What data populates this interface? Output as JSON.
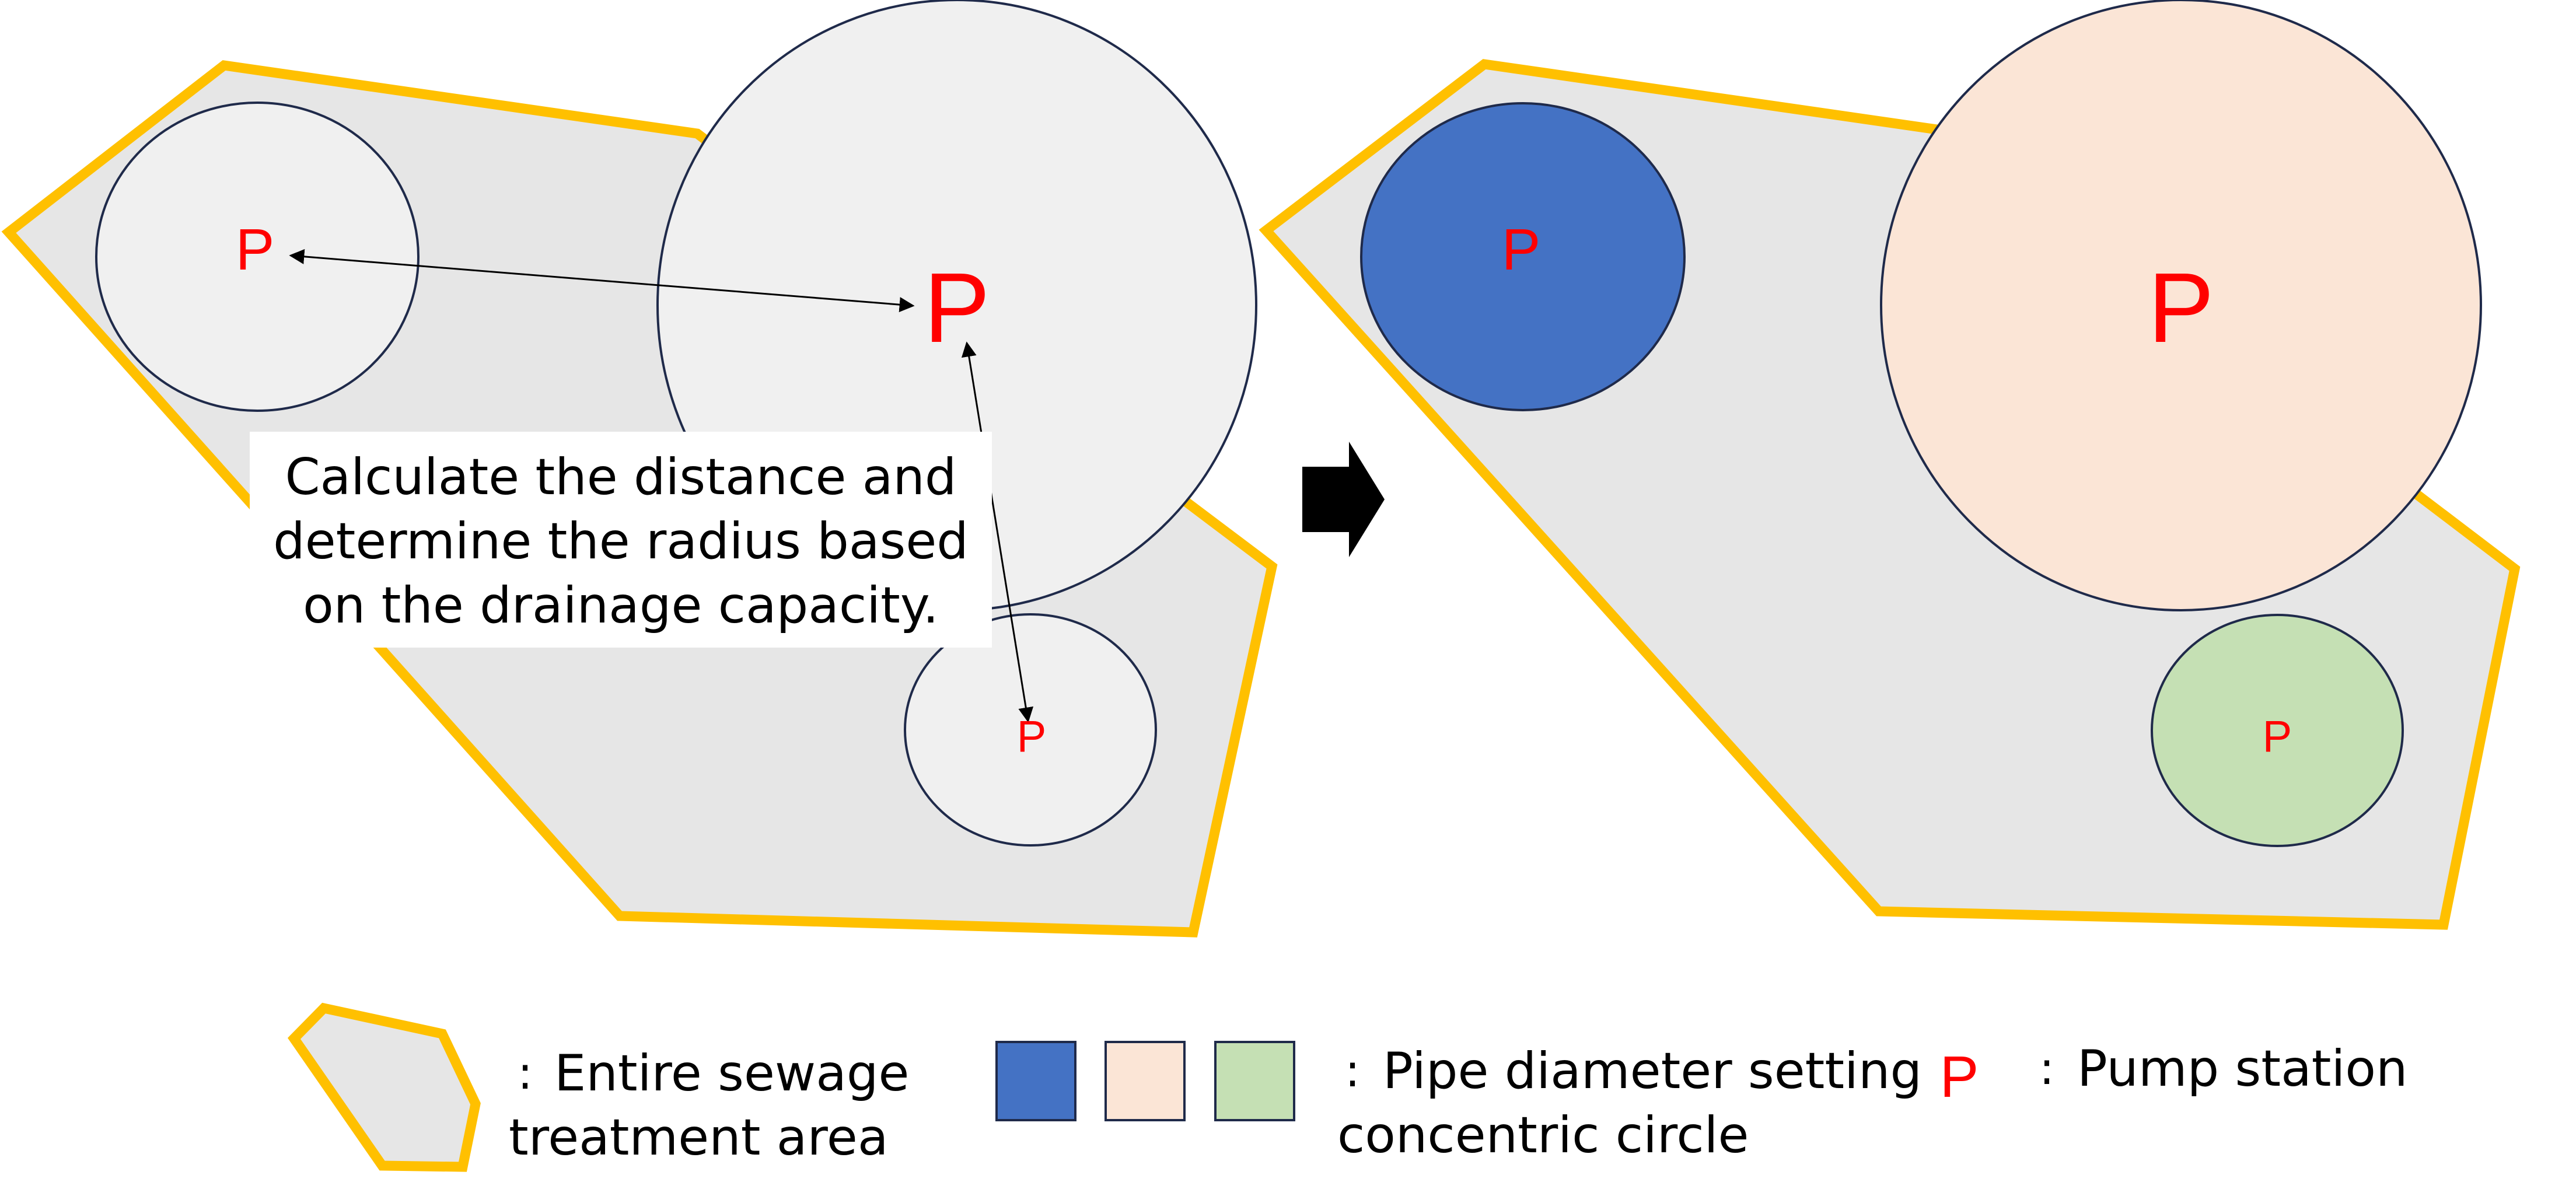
{
  "diagram": {
    "pump_label": "P",
    "callout": {
      "lines": [
        "Calculate the distance and",
        "determine the radius based",
        "on the drainage capacity."
      ]
    },
    "legend": {
      "area": {
        "colon": ":",
        "lines": [
          "Entire sewage",
          "treatment area"
        ]
      },
      "circles": {
        "colon": ":",
        "lines": [
          "Pipe diameter setting",
          "concentric circle"
        ]
      },
      "pump": {
        "symbol": "P",
        "colon": ":",
        "label": "Pump station"
      }
    },
    "colors": {
      "area_border": "#FFC000",
      "area_fill": "#E6E6E6",
      "circle_outline": "#1F2A4A",
      "circle_neutral": "#F0F0F0",
      "circle_blue": "#4472C4",
      "circle_peach": "#FBE5D6",
      "circle_green": "#C5E0B4",
      "pump_text": "#FF0000",
      "arrow": "#000000"
    }
  }
}
